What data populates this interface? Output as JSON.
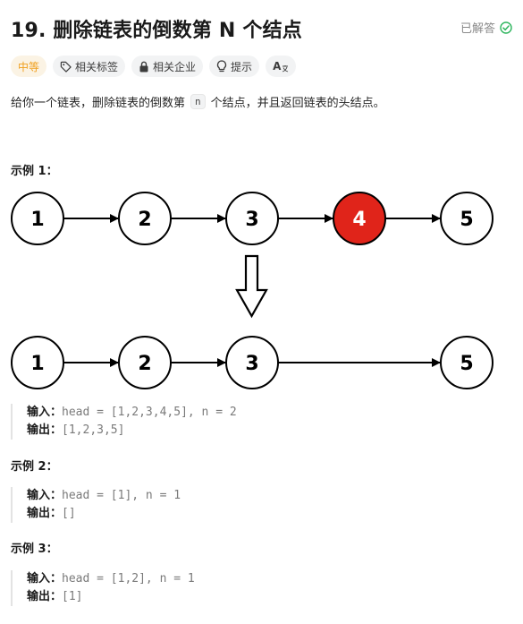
{
  "problem": {
    "title": "19. 删除链表的倒数第 N 个结点",
    "status": "已解答",
    "status_color": "#2db55d"
  },
  "tags": [
    {
      "label": "中等",
      "icon": null,
      "color": "#f0a020"
    },
    {
      "label": "相关标签",
      "icon": "tag-icon"
    },
    {
      "label": "相关企业",
      "icon": "lock-icon"
    },
    {
      "label": "提示",
      "icon": "lightbulb-icon"
    },
    {
      "label": "A",
      "icon": "translate-icon"
    }
  ],
  "description": {
    "part1": "给你一个链表，删除链表的倒数第",
    "code": "n",
    "part2": "个结点，并且返回链表的头结点。"
  },
  "examples": [
    {
      "title": "示例 1：",
      "diagram": {
        "before": [
          "1",
          "2",
          "3",
          "4",
          "5"
        ],
        "removed_index": 3,
        "after": [
          "1",
          "2",
          "3",
          "5"
        ],
        "highlight_color": "#e0241a"
      },
      "input_label": "输入：",
      "input": "head = [1,2,3,4,5], n = 2",
      "output_label": "输出：",
      "output": "[1,2,3,5]"
    },
    {
      "title": "示例 2：",
      "input_label": "输入：",
      "input": "head = [1], n = 1",
      "output_label": "输出：",
      "output": "[]"
    },
    {
      "title": "示例 3：",
      "input_label": "输入：",
      "input": "head = [1,2], n = 1",
      "output_label": "输出：",
      "output": "[1]"
    }
  ]
}
